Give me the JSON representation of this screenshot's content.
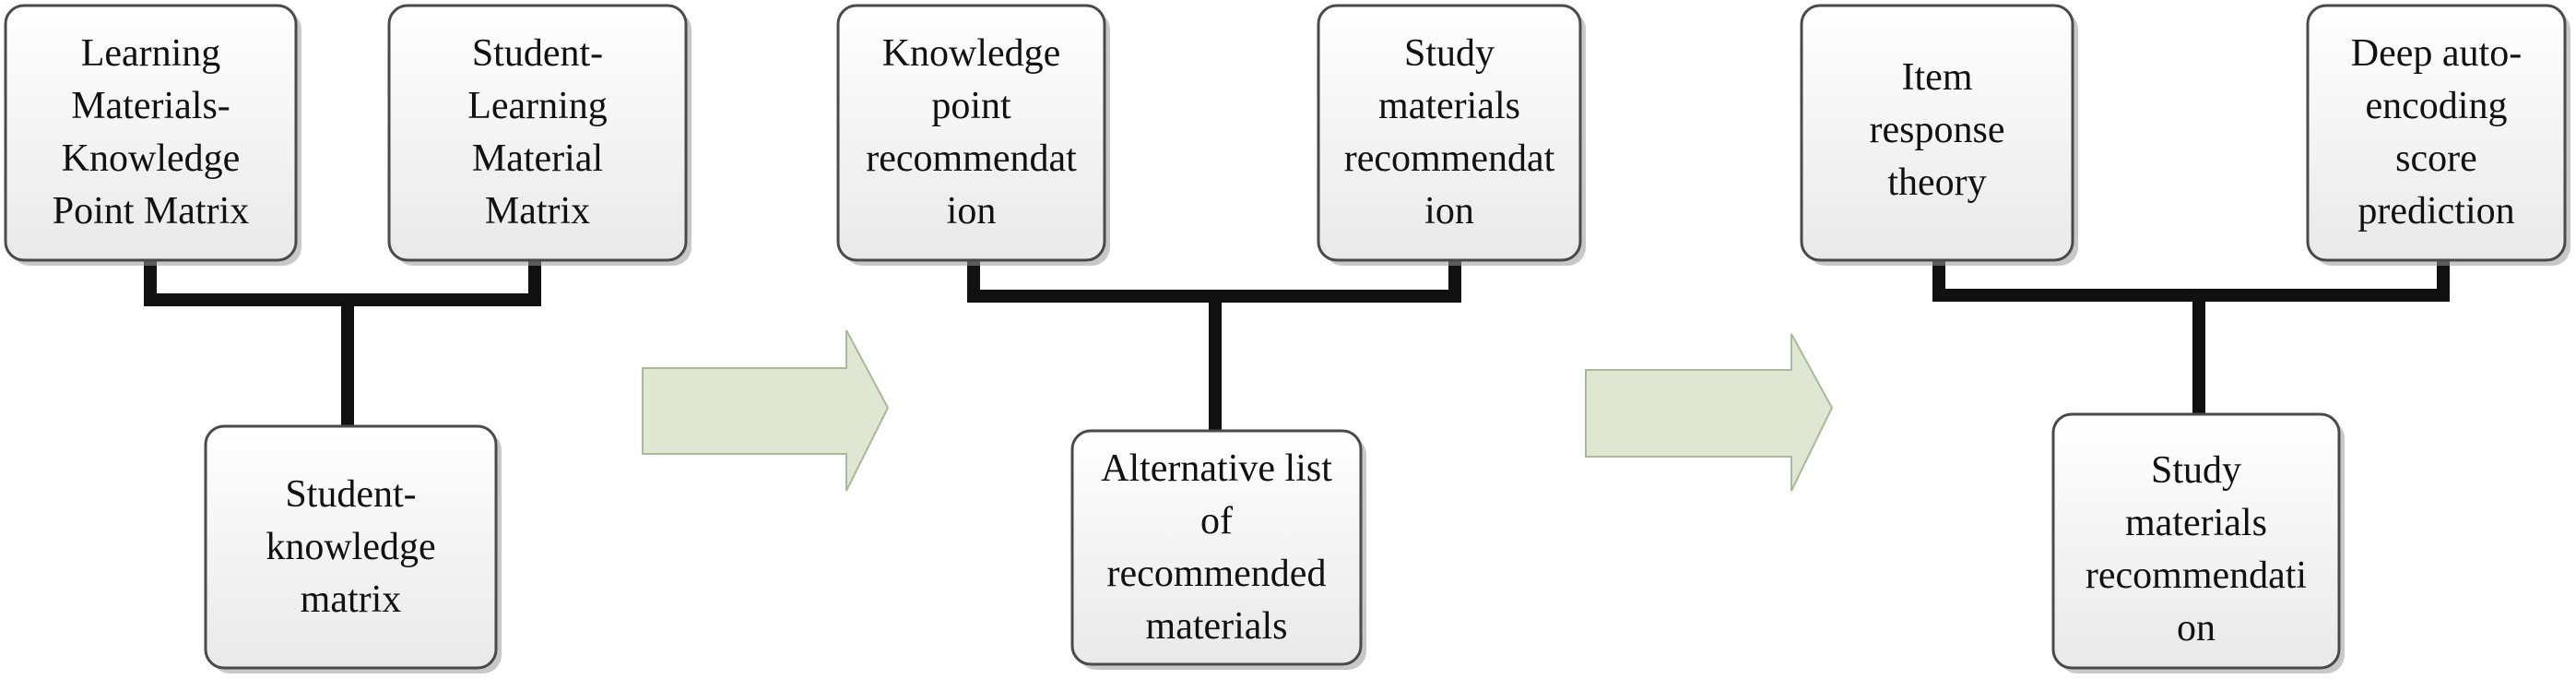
{
  "colors": {
    "box_fill_top": "#ffffff",
    "box_fill_bottom": "#e9e9e9",
    "box_border": "#4a4a4a",
    "connector": "#111111",
    "arrow_fill": "#dfe6d2",
    "arrow_border": "#a9b99a"
  },
  "stage1": {
    "left": "Learning\nMaterials-\nKnowledge\nPoint Matrix",
    "right": "Student-\nLearning\nMaterial\nMatrix",
    "bottom": "Student-\nknowledge\nmatrix"
  },
  "stage2": {
    "left": "Knowledge\npoint\nrecommendat\nion",
    "right": "Study\nmaterials\nrecommendat\nion",
    "bottom": "Alternative list\nof\nrecommended\nmaterials"
  },
  "stage3": {
    "left": "Item\nresponse\ntheory",
    "right": "Deep auto-\nencoding\nscore\nprediction",
    "bottom": "Study\nmaterials\nrecommendati\non"
  }
}
